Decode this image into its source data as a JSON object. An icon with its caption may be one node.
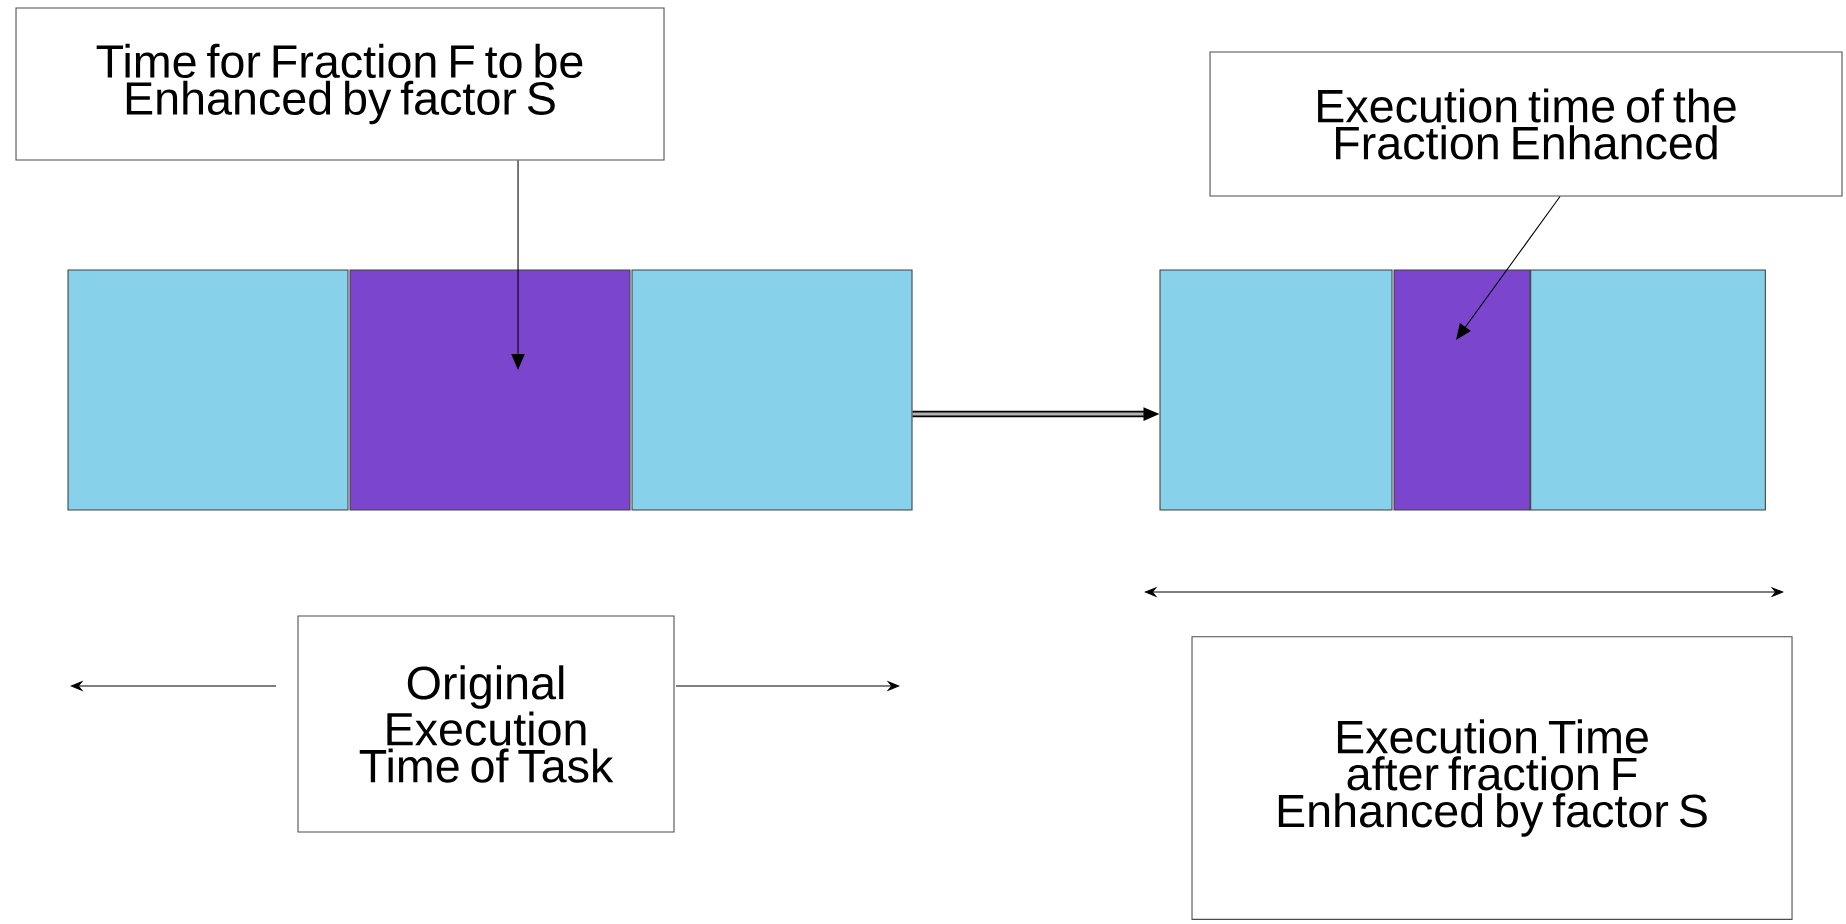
{
  "diagram": {
    "nodes": [
      {
        "text": [
          "Time for Fraction F to be Enhanced by factor S"
        ]
      },
      {
        "text": [],
        "shape": "box"
      },
      {
        "text": [],
        "shape": "box"
      },
      {
        "text": [],
        "shape": "box"
      },
      {
        "text": [
          "Execution time of the Fraction Enhanced"
        ]
      },
      {
        "text": [],
        "shape": "box"
      },
      {
        "text": [],
        "shape": "box"
      },
      {
        "text": [],
        "shape": "box"
      },
      {
        "text": [
          "Original Execution Time of Task"
        ]
      },
      {
        "text": [
          "Execution Time after fraction F Enhanced by factor S"
        ]
      }
    ],
    "edges": [
      {
        "from": 0,
        "to": 2,
        "arrow": "to"
      },
      {
        "from": 3,
        "to": 5,
        "arrow": "to",
        "style": "thick"
      },
      {
        "from": 4,
        "to": 6,
        "arrow": "to"
      }
    ]
  }
}
